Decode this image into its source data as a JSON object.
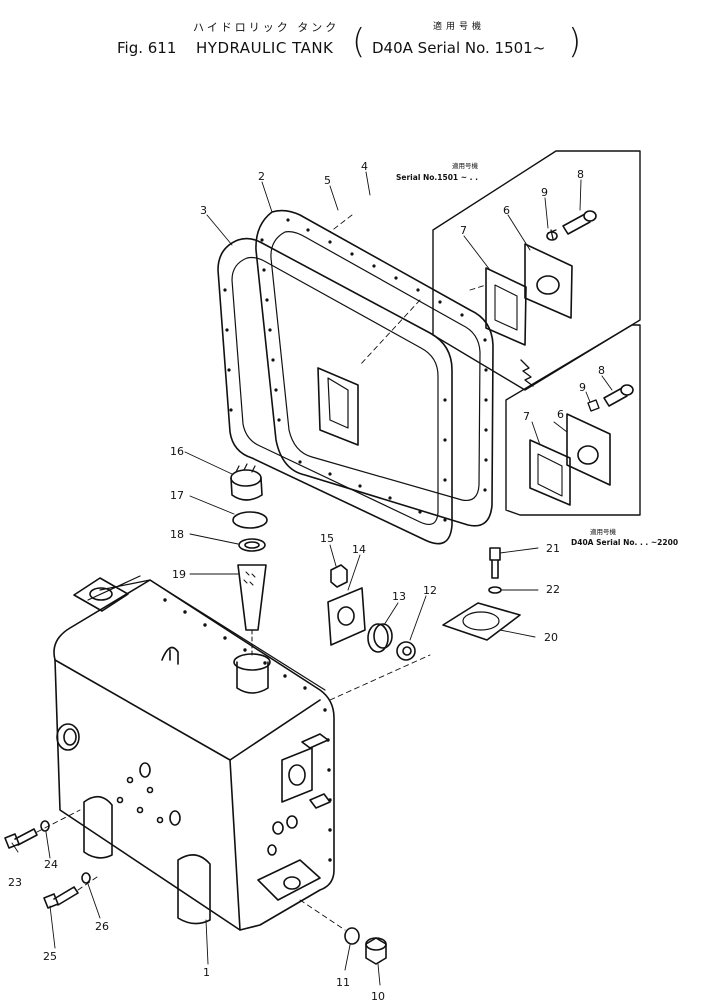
{
  "header": {
    "jp_title": "ハイドロリック タンク",
    "jp_serial": "適用号機",
    "fig_label": "Fig. 611",
    "title": "HYDRAULIC TANK",
    "serial": "D40A Serial No. 1501~",
    "paren_open": "(",
    "paren_close": ")"
  },
  "insets": {
    "upper": {
      "jp": "適用号機",
      "serial": "Serial No.1501 ~ . ."
    },
    "lower": {
      "jp": "適用号機",
      "serial": "D40A Serial No. . . ~2200"
    }
  },
  "callouts": {
    "c1": "1",
    "c2": "2",
    "c3": "3",
    "c4": "4",
    "c5": "5",
    "c6a": "6",
    "c7a": "7",
    "c8a": "8",
    "c9a": "9",
    "c6b": "6",
    "c7b": "7",
    "c8b": "8",
    "c9b": "9",
    "c10": "10",
    "c11": "11",
    "c12": "12",
    "c13": "13",
    "c14": "14",
    "c15": "15",
    "c16": "16",
    "c17": "17",
    "c18": "18",
    "c19": "19",
    "c20": "20",
    "c21": "21",
    "c22": "22",
    "c23": "23",
    "c24": "24",
    "c25": "25",
    "c26": "26"
  }
}
